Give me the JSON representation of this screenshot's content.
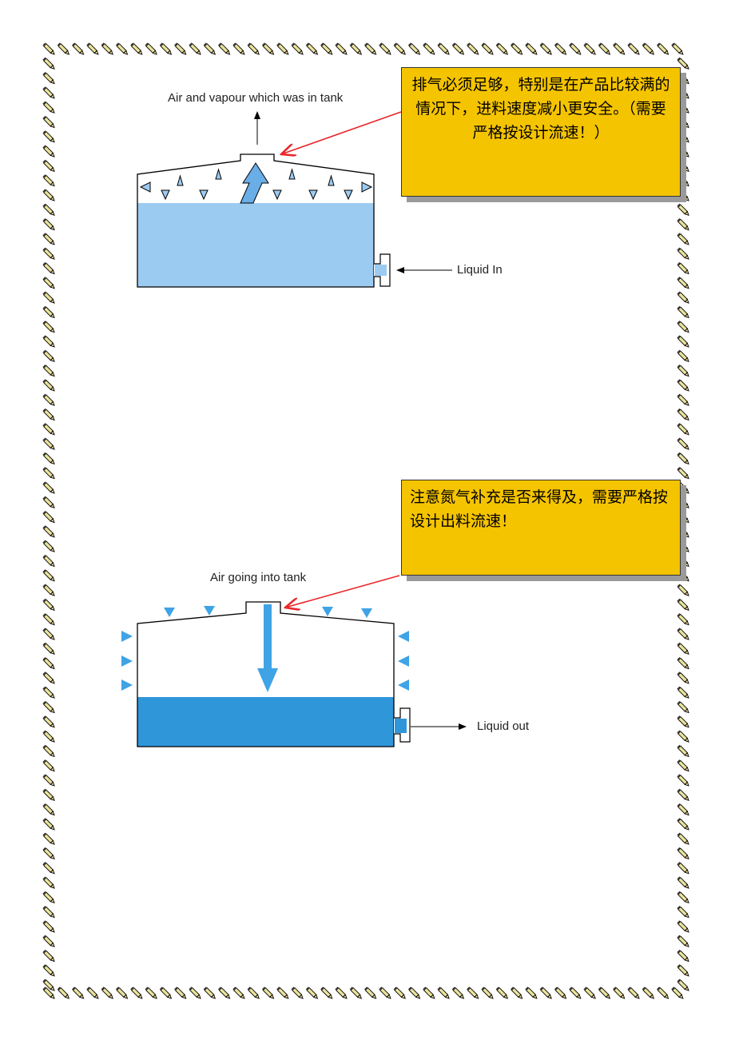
{
  "diagram_top": {
    "vent_label": "Air and vapour which was in tank",
    "inlet_label": "Liquid In",
    "note": "排气必须足够，特别是在产品比较满的情况下，进料速度减小更安全。（需要严格按设计流速！）",
    "liquid_color": "#9ccbf2"
  },
  "diagram_bottom": {
    "vent_label": "Air going into tank",
    "outlet_label": "Liquid out",
    "note": "注意氮气补充是否来得及，需要严格按设计出料流速！",
    "liquid_color": "#2f96da"
  },
  "colors": {
    "note_background": "#f5c400",
    "callout_arrow": "#e8262a",
    "air_arrows": "#3fa3e6",
    "border_pencil": "pencil-icon"
  }
}
